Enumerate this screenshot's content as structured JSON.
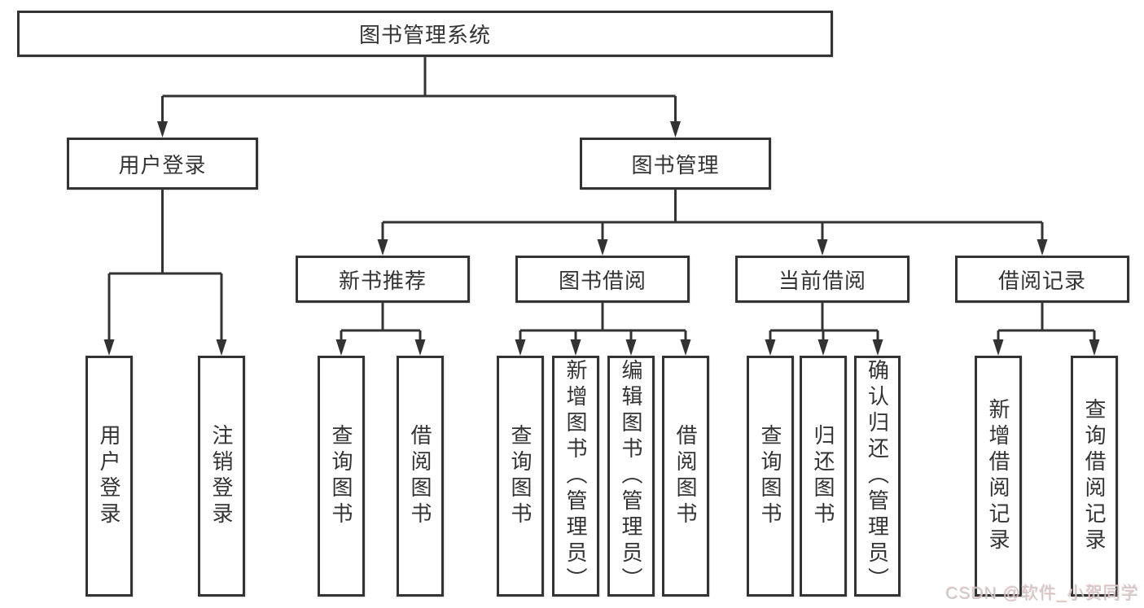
{
  "tree": {
    "root": {
      "label": "图书管理系统"
    },
    "branches": [
      {
        "label": "用户登录",
        "children": [
          {
            "label": "用户登录"
          },
          {
            "label": "注销登录"
          }
        ]
      },
      {
        "label": "图书管理",
        "children": [
          {
            "label": "新书推荐",
            "children": [
              {
                "label": "查询图书"
              },
              {
                "label": "借阅图书"
              }
            ]
          },
          {
            "label": "图书借阅",
            "children": [
              {
                "label": "查询图书"
              },
              {
                "label": "新增图书（管理员）"
              },
              {
                "label": "编辑图书（管理员）"
              },
              {
                "label": "借阅图书"
              }
            ]
          },
          {
            "label": "当前借阅",
            "children": [
              {
                "label": "查询图书"
              },
              {
                "label": "归还图书"
              },
              {
                "label": "确认归还（管理员）"
              }
            ]
          },
          {
            "label": "借阅记录",
            "children": [
              {
                "label": "新增借阅记录"
              },
              {
                "label": "查询借阅记录"
              }
            ]
          }
        ]
      }
    ]
  },
  "watermark": {
    "text": "CSDN @软件_小贺同学"
  },
  "colors": {
    "line": "#333333",
    "box_border": "#333333",
    "text": "#333333",
    "background": "#ffffff",
    "watermark": "#c9c9c9",
    "watermark_accent": "#f5aaaa"
  }
}
